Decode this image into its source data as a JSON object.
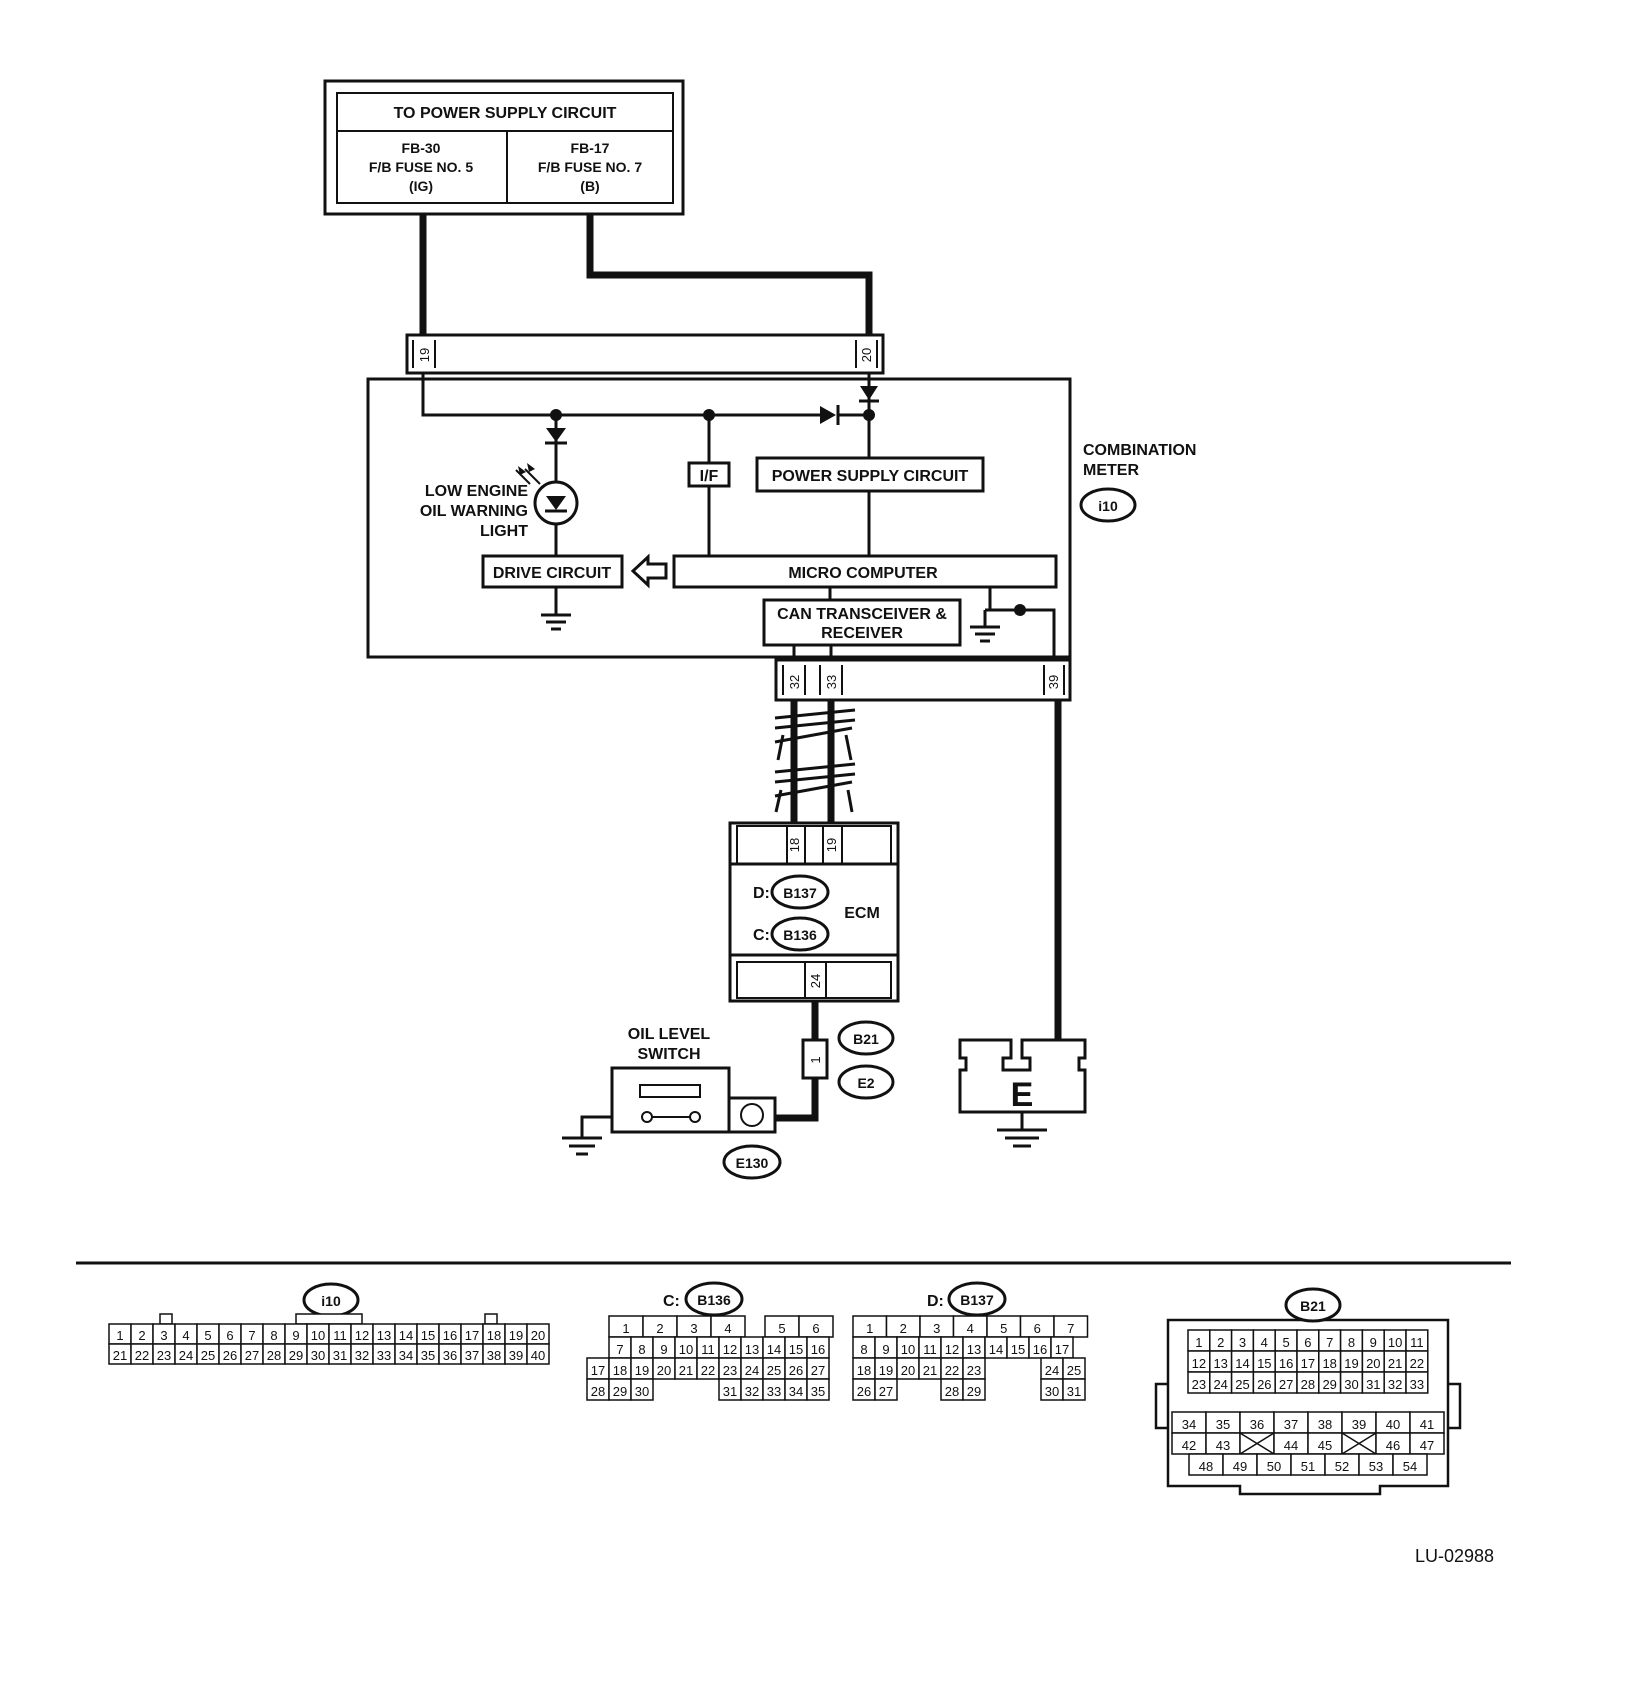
{
  "labels": {
    "power_supply_title": "TO POWER SUPPLY CIRCUIT",
    "fuse_left_1": "FB-30",
    "fuse_left_2": "F/B FUSE NO. 5",
    "fuse_left_3": "(IG)",
    "fuse_right_1": "FB-17",
    "fuse_right_2": "F/B FUSE NO. 7",
    "fuse_right_3": "(B)",
    "combo_meter_1": "COMBINATION",
    "combo_meter_2": "METER",
    "low_oil_1": "LOW ENGINE",
    "low_oil_2": "OIL WARNING",
    "low_oil_3": "LIGHT",
    "if": "I/F",
    "power_supply_circuit": "POWER SUPPLY CIRCUIT",
    "drive_circuit": "DRIVE CIRCUIT",
    "micro_computer": "MICRO COMPUTER",
    "can_1": "CAN TRANSCEIVER &",
    "can_2": "RECEIVER",
    "ecm": "ECM",
    "ecm_d_prefix": "D:",
    "ecm_c_prefix": "C:",
    "oil_switch_1": "OIL LEVEL",
    "oil_switch_2": "SWITCH",
    "ground_e": "E",
    "figure_id": "LU-02988"
  },
  "pins": {
    "meter_top_left": "19",
    "meter_top_right": "20",
    "meter_can_h": "32",
    "meter_can_l": "33",
    "meter_gnd": "39",
    "ecm_can_h": "18",
    "ecm_can_l": "19",
    "ecm_switch": "24",
    "b21_pin": "1"
  },
  "connectors": {
    "i10": "i10",
    "b136": "B136",
    "b137": "B137",
    "b21": "B21",
    "e2": "E2",
    "e130": "E130",
    "c_prefix": "C:",
    "d_prefix": "D:"
  },
  "connector_faces": {
    "i10": {
      "row1": [
        "1",
        "2",
        "3",
        "4",
        "5",
        "6",
        "7",
        "8",
        "9",
        "10",
        "11",
        "12",
        "13",
        "14",
        "15",
        "16",
        "17",
        "18",
        "19",
        "20"
      ],
      "row2": [
        "21",
        "22",
        "23",
        "24",
        "25",
        "26",
        "27",
        "28",
        "29",
        "30",
        "31",
        "32",
        "33",
        "34",
        "35",
        "36",
        "37",
        "38",
        "39",
        "40"
      ]
    },
    "b136": {
      "row1": [
        "1",
        "2",
        "3",
        "4",
        "5",
        "6"
      ],
      "row2": [
        "7",
        "8",
        "9",
        "10",
        "11",
        "12",
        "13",
        "14",
        "15",
        "16"
      ],
      "row3": [
        "17",
        "18",
        "19",
        "20",
        "21",
        "22",
        "23",
        "24",
        "25",
        "26",
        "27"
      ],
      "row4": [
        "28",
        "29",
        "30",
        "31",
        "32",
        "33",
        "34",
        "35"
      ]
    },
    "b137": {
      "row1": [
        "1",
        "2",
        "3",
        "4",
        "5",
        "6",
        "7"
      ],
      "row2": [
        "8",
        "9",
        "10",
        "11",
        "12",
        "13",
        "14",
        "15",
        "16",
        "17"
      ],
      "row3": [
        "18",
        "19",
        "20",
        "21",
        "22",
        "23",
        "24",
        "25"
      ],
      "row4": [
        "26",
        "27",
        "28",
        "29",
        "30",
        "31"
      ]
    },
    "b21": {
      "row1": [
        "1",
        "2",
        "3",
        "4",
        "5",
        "6",
        "7",
        "8",
        "9",
        "10",
        "11"
      ],
      "row2": [
        "12",
        "13",
        "14",
        "15",
        "16",
        "17",
        "18",
        "19",
        "20",
        "21",
        "22"
      ],
      "row3": [
        "23",
        "24",
        "25",
        "26",
        "27",
        "28",
        "29",
        "30",
        "31",
        "32",
        "33"
      ],
      "row4": [
        "34",
        "35",
        "36",
        "37",
        "38",
        "39",
        "40",
        "41"
      ],
      "row5": [
        "42",
        "43",
        "44",
        "45",
        "46",
        "47"
      ],
      "row6": [
        "48",
        "49",
        "50",
        "51",
        "52",
        "53",
        "54"
      ]
    }
  }
}
